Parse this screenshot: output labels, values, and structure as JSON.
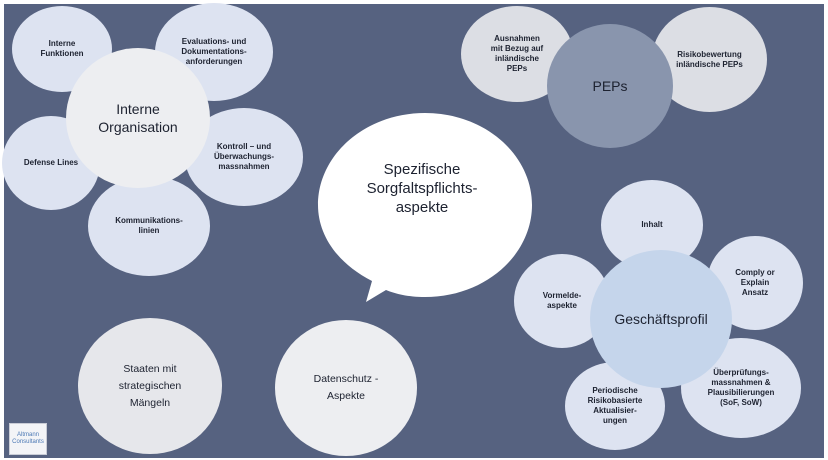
{
  "diagram": {
    "center": "Spezifische\nSorgfaltspflichts-\naspekte",
    "interne_organisation": {
      "hub": "Interne\nOrganisation",
      "satellites": {
        "interne_funktionen": "Interne\nFunktionen",
        "evaluations": "Evaluations- und\nDokumentations-\nanforderungen",
        "defense_lines": "Defense Lines",
        "kontroll": "Kontroll – und\nÜberwachungs-\nmassnahmen",
        "kommunikation": "Kommunikations-\nlinien"
      }
    },
    "peps": {
      "hub": "PEPs",
      "satellites": {
        "ausnahmen": "Ausnahmen\nmit Bezug auf\ninländische\nPEPs",
        "risikobewertung": "Risikobewertung\ninländische PEPs"
      }
    },
    "geschaeftsprofil": {
      "hub": "Geschäftsprofil",
      "satellites": {
        "inhalt": "Inhalt",
        "comply": "Comply or\nExplain\nAnsatz",
        "vormelde": "Vormelde-\naspekte",
        "periodische": "Periodische\nRisikobasierte\nAktualisier-\nungen",
        "ueberpruefung": "Überprüfungs-\nmassnahmen &\nPlausibilierungen\n(SoF, SoW)"
      }
    },
    "staaten": "Staaten mit\nstrategischen\nMängeln",
    "datenschutz": "Datenschutz -\nAspekte"
  },
  "logo": {
    "text": "Altmann\nConsultants"
  },
  "colors": {
    "background": "#566280",
    "pale_circle": "#dde3f1",
    "grey_circle": "#dcdee4",
    "white_circle": "#edeef1",
    "blue_hub": "#c5d5eb",
    "slate_hub": "#8995ad",
    "logo_text": "#4b78b5"
  }
}
